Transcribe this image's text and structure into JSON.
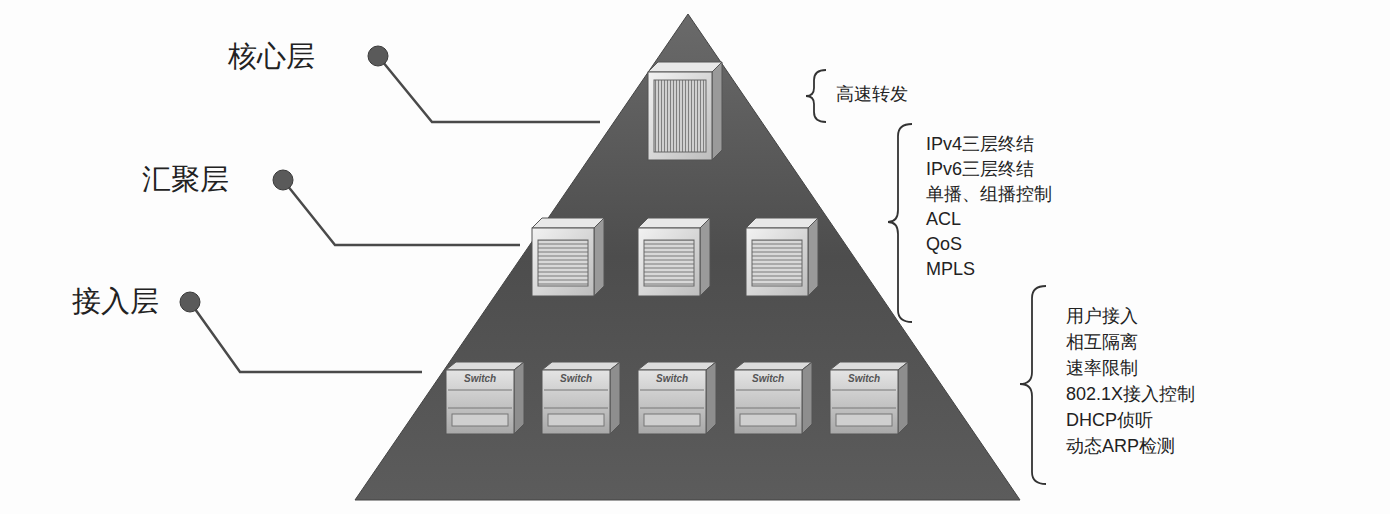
{
  "diagram": {
    "labels": [
      "核心层",
      "汇聚层",
      "接入层",
      "高速转发",
      "IPv4三层终结",
      "IPv6三层终结",
      "单播、组播控制",
      "ACL",
      "QoS",
      "MPLS",
      "用户接入",
      "相互隔离",
      "速率限制",
      "802.1X接入控制",
      "DHCP侦听",
      "动态ARP检测",
      "Switch",
      "Switch",
      "Switch",
      "Switch",
      "Switch"
    ]
  }
}
